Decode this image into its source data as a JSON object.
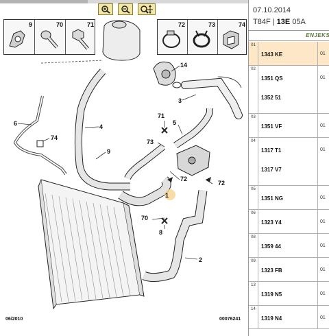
{
  "toolbar": {
    "zoom_in_icon": "zoom-in-icon",
    "zoom_out_icon": "zoom-out-icon",
    "zoom_fit_icon": "zoom-move-icon"
  },
  "diagram": {
    "top_boxes_left": [
      "9",
      "70",
      "71"
    ],
    "top_boxes_right": [
      "72",
      "73",
      "74"
    ],
    "callouts": [
      "14",
      "3",
      "6",
      "4",
      "74",
      "71",
      "5",
      "73",
      "9",
      "72",
      "72",
      "1",
      "70",
      "8",
      "2"
    ],
    "date": "06/2010",
    "code": "00076241"
  },
  "header": {
    "date": "07.10.2014",
    "code_prefix": "T84F",
    "code_sep": "|",
    "code_bold": "13E",
    "code_suffix": "05A",
    "section": "ENJEKSI"
  },
  "parts": [
    {
      "num": "01",
      "refs": [
        "1343 KE"
      ],
      "qty": "01",
      "selected": true
    },
    {
      "num": "02",
      "refs": [
        "1351 QS",
        "1352 51"
      ],
      "qty": "01",
      "selected": false
    },
    {
      "num": "03",
      "refs": [
        "1351 VF"
      ],
      "qty": "01",
      "selected": false
    },
    {
      "num": "04",
      "refs": [
        "1317 T1",
        "1317 V7"
      ],
      "qty": "01",
      "selected": false
    },
    {
      "num": "05",
      "refs": [
        "1351 NG"
      ],
      "qty": "01",
      "selected": false
    },
    {
      "num": "06",
      "refs": [
        "1323 Y4"
      ],
      "qty": "01",
      "selected": false
    },
    {
      "num": "08",
      "refs": [
        "1359 44"
      ],
      "qty": "01",
      "selected": false
    },
    {
      "num": "09",
      "refs": [
        "1323 FB"
      ],
      "qty": "01",
      "selected": false
    },
    {
      "num": "13",
      "refs": [
        "1319 N5"
      ],
      "qty": "01",
      "selected": false
    },
    {
      "num": "14",
      "refs": [
        "1319 N4"
      ],
      "qty": "01",
      "selected": false
    }
  ]
}
